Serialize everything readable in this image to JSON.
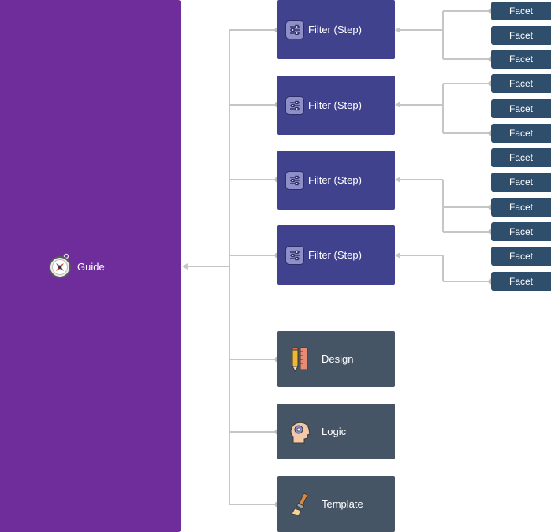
{
  "guide": {
    "label": "Guide",
    "icon": "compass-icon"
  },
  "filters": [
    {
      "label": "Filter (Step)",
      "icon": "sliders-icon"
    },
    {
      "label": "Filter (Step)",
      "icon": "sliders-icon"
    },
    {
      "label": "Filter (Step)",
      "icon": "sliders-icon"
    },
    {
      "label": "Filter (Step)",
      "icon": "sliders-icon"
    }
  ],
  "tools": [
    {
      "label": "Design",
      "icon": "pencil-ruler-icon"
    },
    {
      "label": "Logic",
      "icon": "head-gear-icon"
    },
    {
      "label": "Template",
      "icon": "paintbrush-icon"
    }
  ],
  "facets": [
    "Facet",
    "Facet",
    "Facet",
    "Facet",
    "Facet",
    "Facet",
    "Facet",
    "Facet",
    "Facet",
    "Facet",
    "Facet",
    "Facet"
  ],
  "colors": {
    "guide": "#6f2d9b",
    "filter": "#41428d",
    "tool": "#465566",
    "facet": "#2f4e6c",
    "connector": "#c6c6c6"
  }
}
